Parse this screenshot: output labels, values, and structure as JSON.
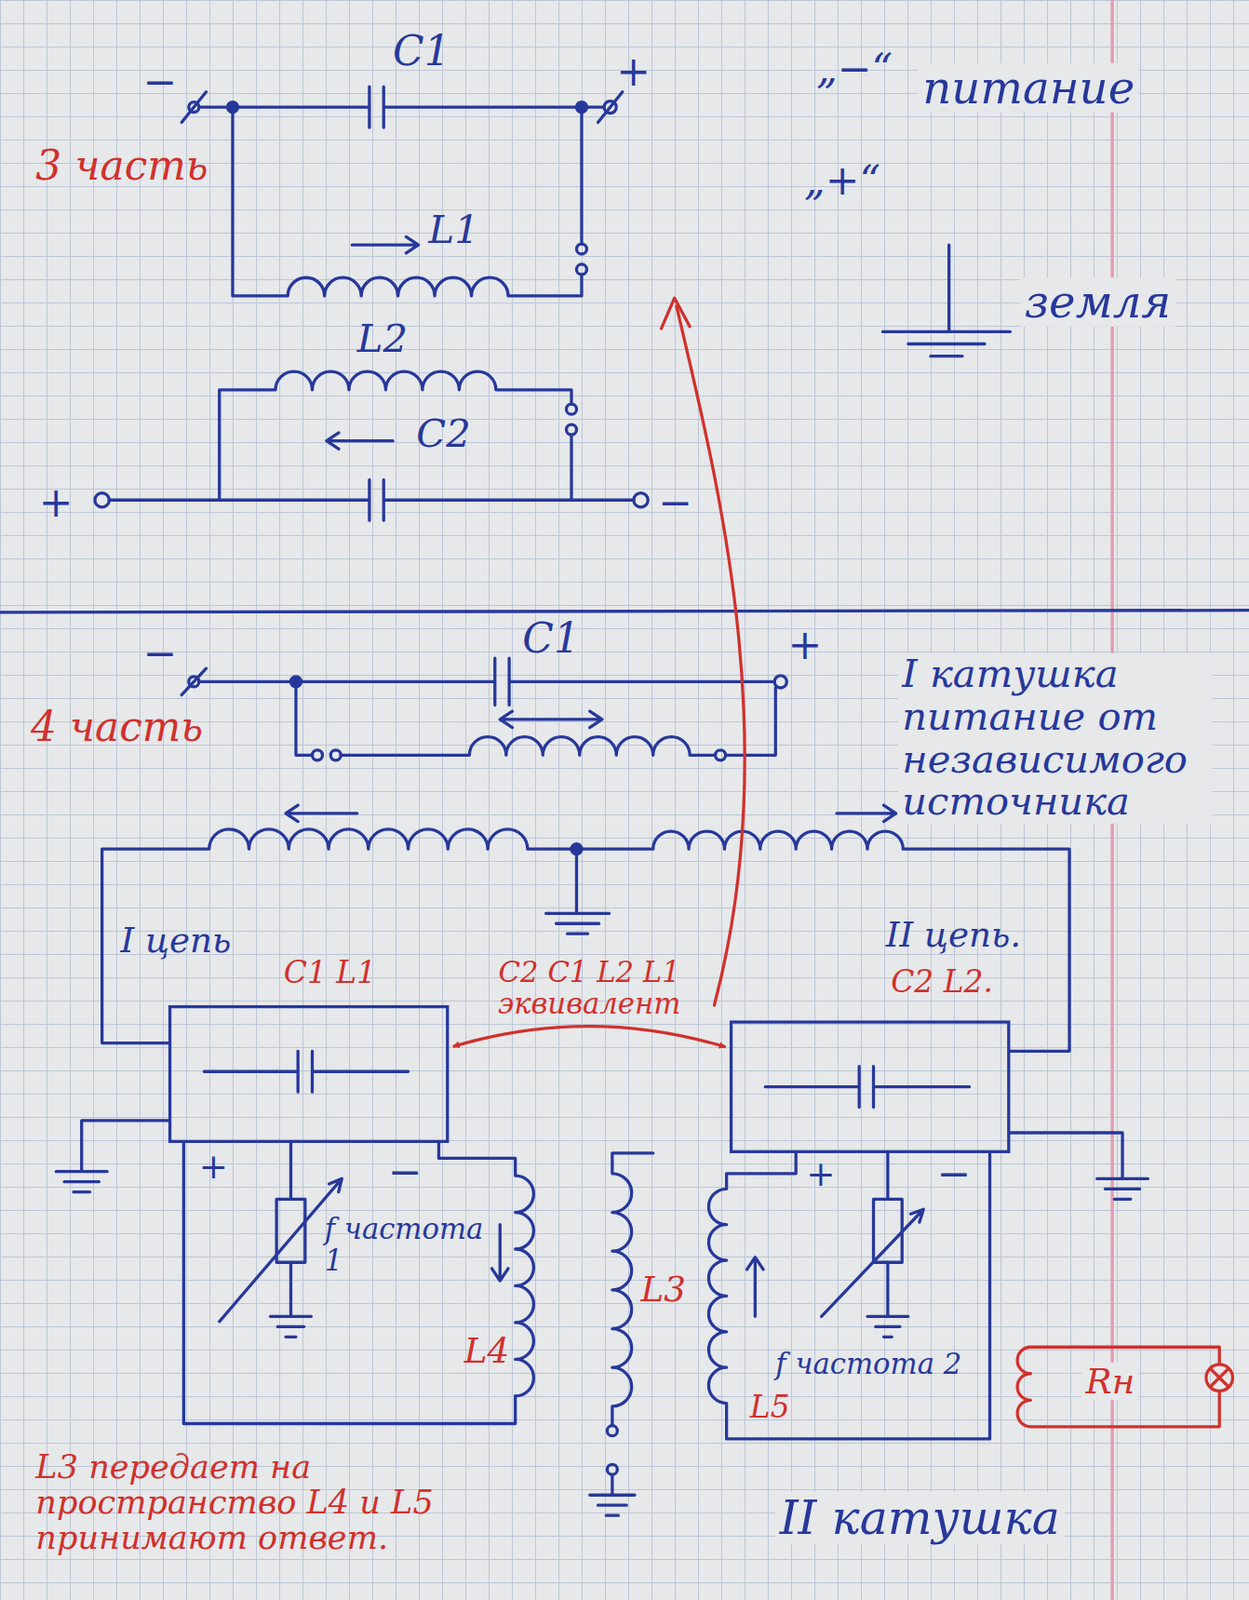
{
  "diagram": {
    "nodes": [
      {
        "text": [
          "I цепь",
          "C1 L1"
        ]
      },
      {
        "text": [
          "II цепь.",
          "C2 L2."
        ]
      }
    ],
    "edges": [
      {
        "from": 0,
        "to": 1,
        "arrow": "both",
        "label": "C2 C1 L2 L1 эквивалент"
      }
    ],
    "labels": [
      "3 часть",
      "−",
      "C1",
      "+",
      "L1",
      "L2",
      "C2",
      "+",
      "−",
      "„−“",
      "питание",
      "„+“",
      "земля",
      "4 часть",
      "−",
      "C1",
      "+",
      "I катушка питание от независимого источника",
      "+",
      "−",
      "f частота 1",
      "L4",
      "L3",
      "+",
      "−",
      "f частота 2",
      "L5",
      "Rн",
      "L3 передает на пространство L4 и L5 принимают ответ.",
      "II катушка"
    ]
  }
}
